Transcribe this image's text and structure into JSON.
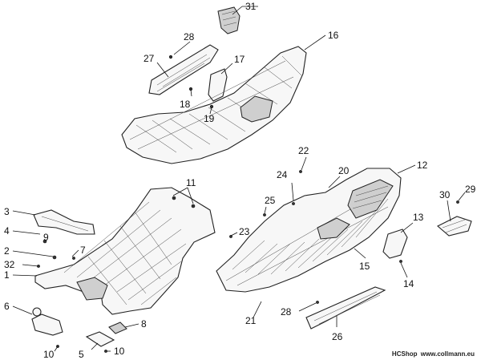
{
  "footer": {
    "brand": "HCShop",
    "url": "www.collmann.eu"
  },
  "callouts": [
    {
      "id": "1",
      "label": "1"
    },
    {
      "id": "2",
      "label": "2"
    },
    {
      "id": "3",
      "label": "3"
    },
    {
      "id": "4",
      "label": "4"
    },
    {
      "id": "5",
      "label": "5"
    },
    {
      "id": "6",
      "label": "6"
    },
    {
      "id": "7",
      "label": "7"
    },
    {
      "id": "8",
      "label": "8"
    },
    {
      "id": "9",
      "label": "9"
    },
    {
      "id": "10a",
      "label": "10"
    },
    {
      "id": "10b",
      "label": "10"
    },
    {
      "id": "11",
      "label": "11"
    },
    {
      "id": "12",
      "label": "12"
    },
    {
      "id": "13",
      "label": "13"
    },
    {
      "id": "14",
      "label": "14"
    },
    {
      "id": "15",
      "label": "15"
    },
    {
      "id": "16",
      "label": "16"
    },
    {
      "id": "17",
      "label": "17"
    },
    {
      "id": "18",
      "label": "18"
    },
    {
      "id": "19",
      "label": "19"
    },
    {
      "id": "20",
      "label": "20"
    },
    {
      "id": "21",
      "label": "21"
    },
    {
      "id": "22",
      "label": "22"
    },
    {
      "id": "23",
      "label": "23"
    },
    {
      "id": "24",
      "label": "24"
    },
    {
      "id": "25",
      "label": "25"
    },
    {
      "id": "26",
      "label": "26"
    },
    {
      "id": "27",
      "label": "27"
    },
    {
      "id": "28a",
      "label": "28"
    },
    {
      "id": "28b",
      "label": "28"
    },
    {
      "id": "29",
      "label": "29"
    },
    {
      "id": "30",
      "label": "30"
    },
    {
      "id": "31",
      "label": "31"
    },
    {
      "id": "32",
      "label": "32"
    }
  ]
}
